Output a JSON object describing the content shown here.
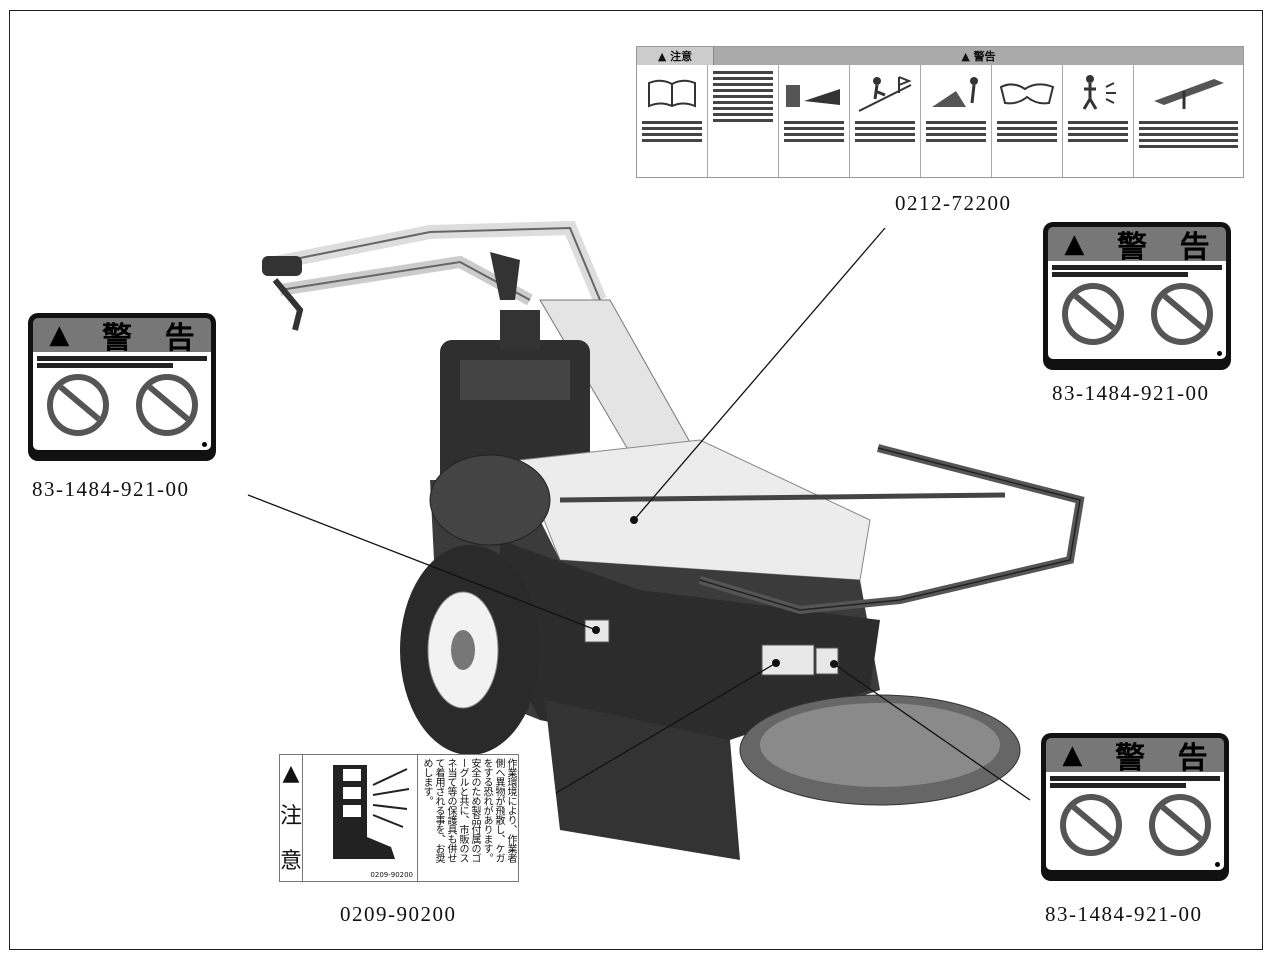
{
  "labels": {
    "top_caution": {
      "part_number": "0212-72200",
      "header_left": "▲ 注意",
      "header_right": "▲ 警告"
    },
    "warning_left": {
      "part_number": "83-1484-921-00",
      "title_1": "警",
      "title_2": "告"
    },
    "warning_right_top": {
      "part_number": "83-1484-921-00",
      "title_1": "警",
      "title_2": "告"
    },
    "warning_right_bottom": {
      "part_number": "83-1484-921-00",
      "title_1": "警",
      "title_2": "告"
    },
    "boot_caution": {
      "part_number": "0209-90200",
      "side_1": "注",
      "side_2": "意",
      "code": "0209-90200",
      "text_lines": [
        "作業環境により、作業者",
        "側へ異物が飛散し、ケガ",
        "をする恐れがあります。",
        "安全のため製品付属のゴ",
        "ーグルと共に、市販のス",
        "ネ当て等の保護具も併せ",
        "て着用される事を、お奨",
        "めします。"
      ]
    }
  },
  "colors": {
    "frame": "#222222",
    "body_dark": "#3a3a3a",
    "body_light": "#e8e8e8"
  }
}
